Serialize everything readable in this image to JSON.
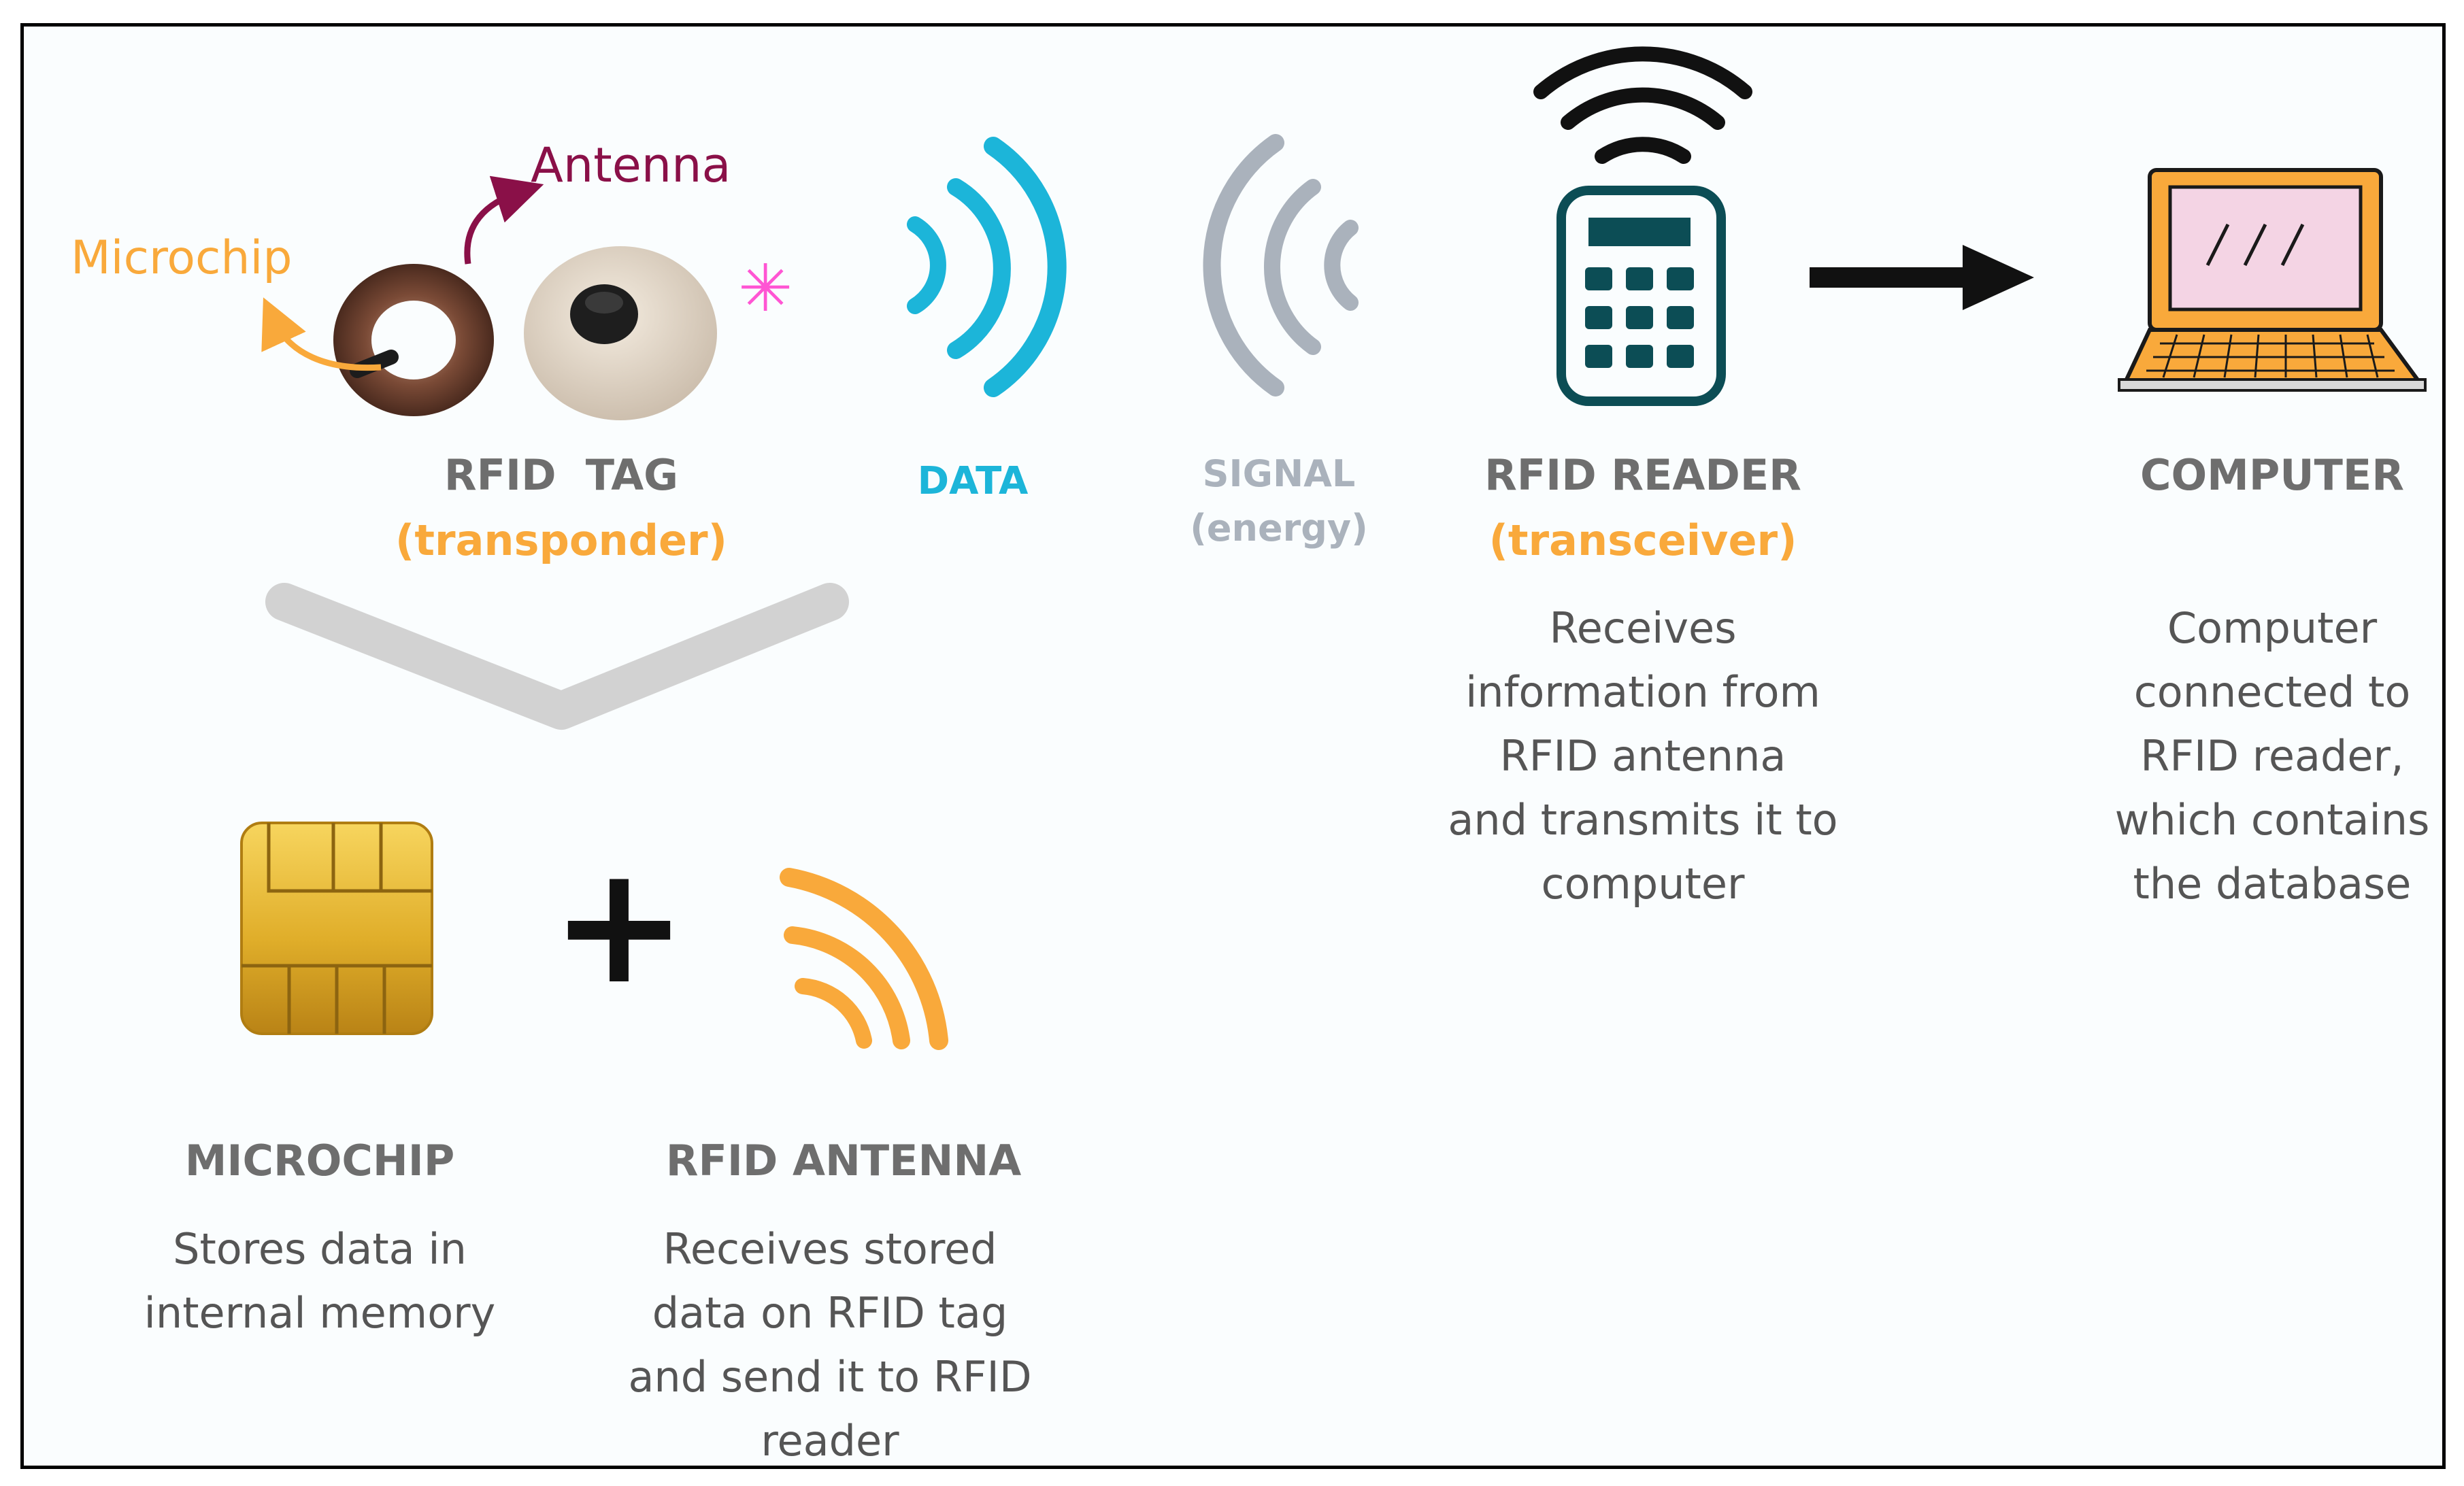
{
  "colors": {
    "orange": "#f9a93b",
    "cyan": "#1cb5d9",
    "gray_signal": "#aab2bc",
    "reader_teal": "#0c4d55",
    "antenna_label": "#8a1048",
    "chevron": "#d2d2d2"
  },
  "tag": {
    "antenna_label": "Antenna",
    "microchip_label": "Microchip",
    "title": "RFID  TAG",
    "subtitle": "(transponder)"
  },
  "data_wave": {
    "label": "DATA"
  },
  "signal_wave": {
    "label": "SIGNAL",
    "sublabel": "(energy)"
  },
  "reader": {
    "title": "RFID READER",
    "subtitle": "(transceiver)",
    "description": "Receives\ninformation from\nRFID antenna\nand transmits it to\ncomputer"
  },
  "computer": {
    "title": "COMPUTER",
    "description": "Computer\nconnected to\nRFID reader,\nwhich contains\nthe database"
  },
  "microchip": {
    "title": "MICROCHIP",
    "description": "Stores data in\ninternal memory"
  },
  "antenna": {
    "title": "RFID ANTENNA",
    "description": "Receives stored\ndata on RFID tag\nand send it to RFID\nreader"
  },
  "plus_symbol": "+",
  "sparkle_symbol": "✳"
}
